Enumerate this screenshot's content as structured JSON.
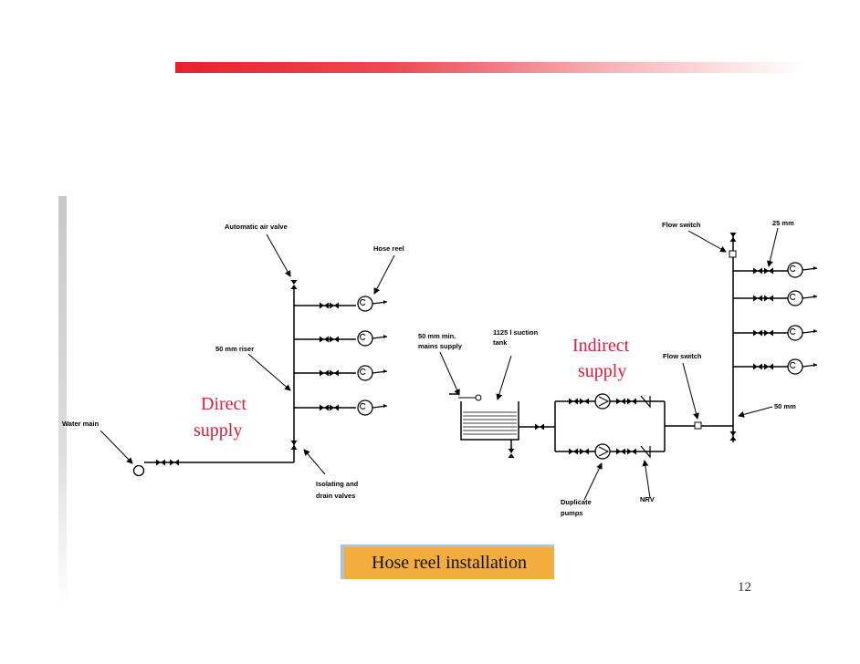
{
  "labels": {
    "automatic_air_valve": "Automatic air valve",
    "hose_reel": "Hose reel",
    "riser_50mm": "50 mm riser",
    "water_main": "Water main",
    "isolating_1": "Isolating and",
    "isolating_2": "drain valves",
    "mains_supply_1": "50 mm min.",
    "mains_supply_2": "mains supply",
    "suction_tank_1": "1125 l suction",
    "suction_tank_2": "tank",
    "flow_switch_top": "Flow switch",
    "mm25": "25 mm",
    "flow_switch_mid": "Flow switch",
    "mm50": "50 mm",
    "duplicate_1": "Duplicate",
    "duplicate_2": "pumps",
    "nrv": "NRV"
  },
  "annotations": {
    "direct_1": "Direct",
    "direct_2": "supply",
    "indirect_1": "Indirect",
    "indirect_2": "supply"
  },
  "caption": "Hose reel installation",
  "page_number": "12"
}
